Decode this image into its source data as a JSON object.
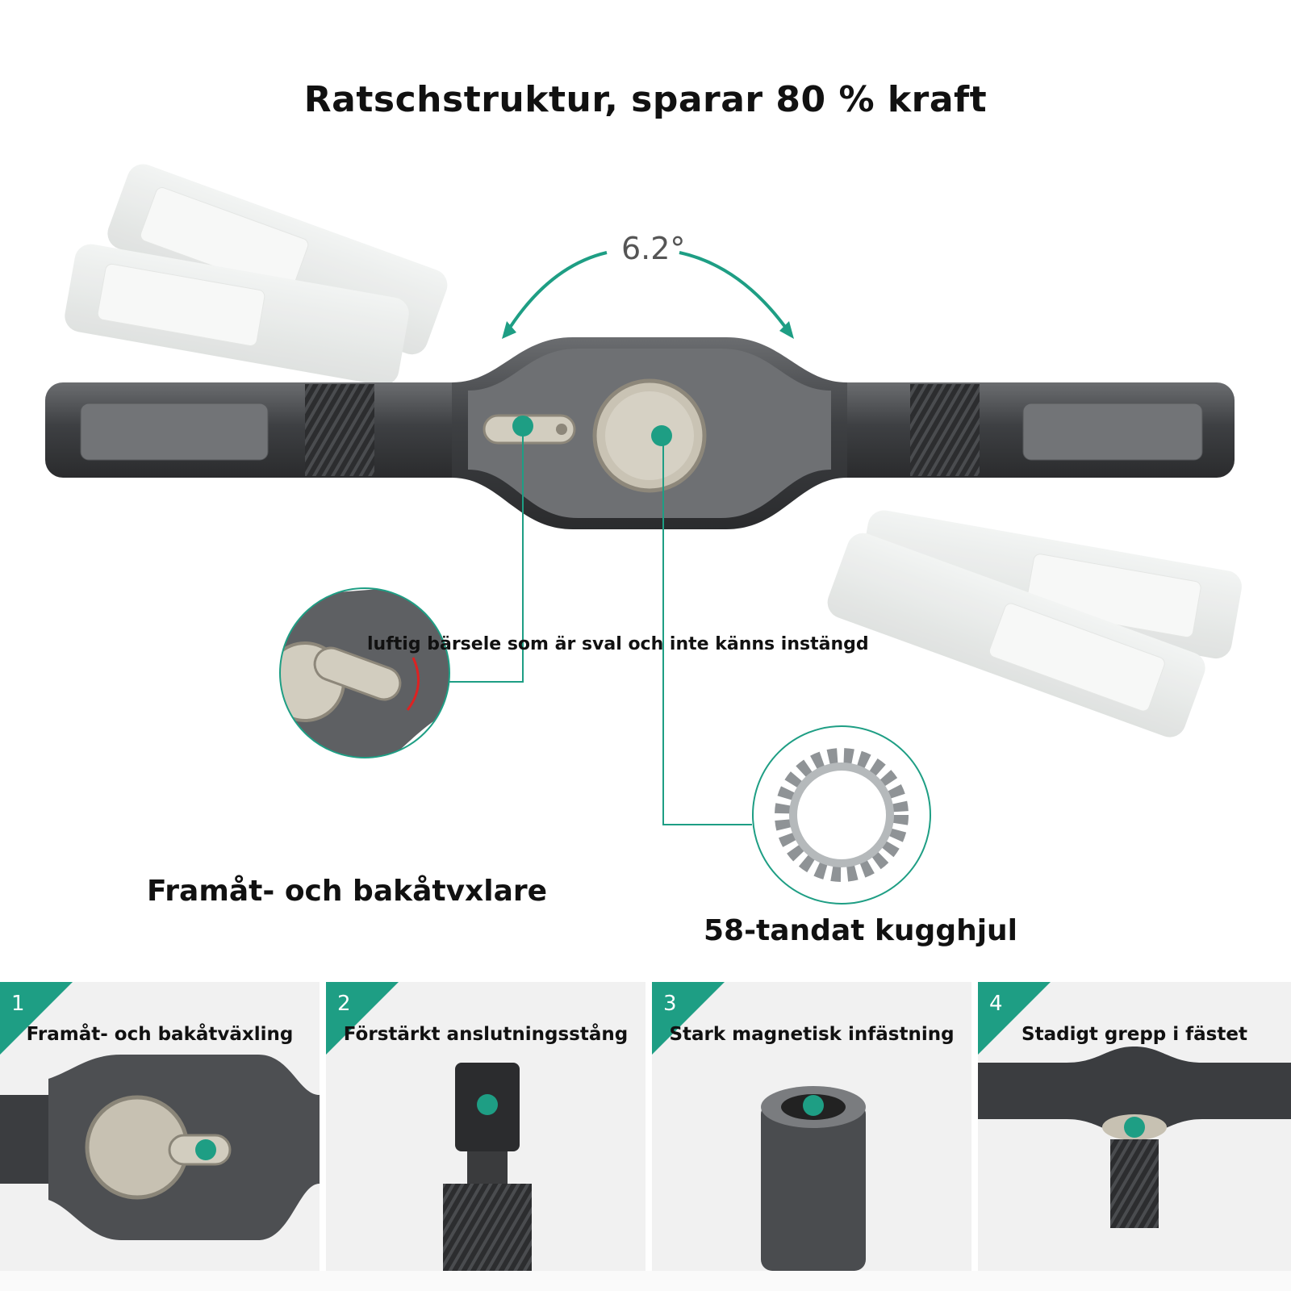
{
  "headline": "Ratschstruktur, sparar 80 % kraft",
  "angle_label": "6.2°",
  "overlay_text": "luftig bärsele som är sval och inte känns instängd",
  "feature_left": "Framåt- och bakåtvxlare",
  "feature_right": "58-tandat kugghjul",
  "accent_color": "#1e9e84",
  "panels": [
    {
      "number": "1",
      "title": "Framåt- och bakåtväxling"
    },
    {
      "number": "2",
      "title": "Förstärkt anslutningsstång"
    },
    {
      "number": "3",
      "title": "Stark magnetisk infästning"
    },
    {
      "number": "4",
      "title": "Stadigt grepp i fästet"
    }
  ]
}
